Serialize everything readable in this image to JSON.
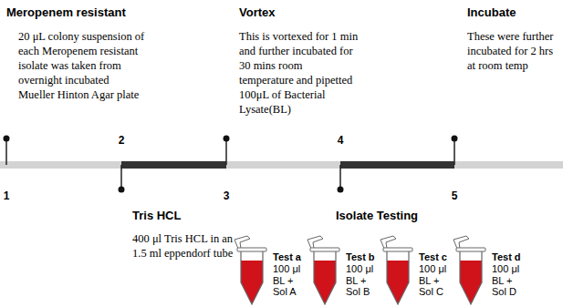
{
  "diagram": {
    "nodes": [
      {
        "text": [
          "Test a",
          "100 μl BL + Sol A"
        ]
      },
      {
        "text": [
          "Test b",
          "100 μl BL + Sol B"
        ]
      },
      {
        "text": [
          "Test c",
          "100 μl BL + Sol C"
        ]
      },
      {
        "text": [
          "Test d",
          "100 μl BL + Sol D"
        ]
      }
    ],
    "labels": [
      "Meropenem resistant",
      "20 μL colony suspension of each Meropenem resistant isolate was taken from overnight incubated Mueller Hinton Agar plate",
      "Vortex",
      "This is vortexed for 1 min and further incubated for 30 mins room temperature and pipetted 100μL of Bacterial Lysate(BL)",
      "Incubate",
      "These were further incubated for 2 hrs at room temp",
      "1",
      "2",
      "3",
      "4",
      "5",
      "Tris HCL",
      "400 μl Tris HCL in an 1.5 ml eppendorf tube",
      "Isolate Testing"
    ]
  }
}
